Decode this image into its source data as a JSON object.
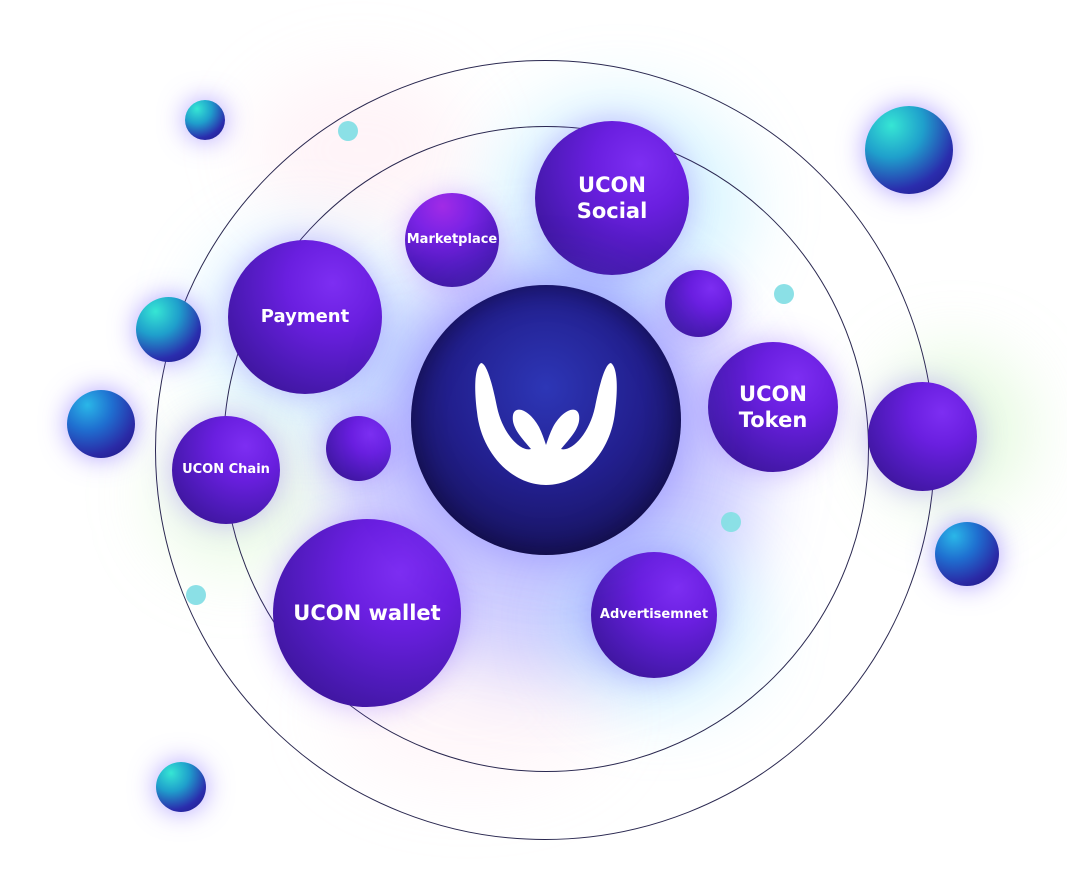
{
  "diagram": {
    "nodes": {
      "social": "UCON\nSocial",
      "marketplace": "Marketplace",
      "payment": "Payment",
      "token": "UCON\nToken",
      "chain": "UCON Chain",
      "wallet": "UCON wallet",
      "advertisement": "Advertisemnet"
    },
    "colors": {
      "violet": "#6a1fe0",
      "teal": "#36e6d4",
      "navy": "#18145f",
      "orbit_line": "#2a2850",
      "logo": "#ffffff"
    },
    "center_icon": "ucon-hands-logo"
  }
}
